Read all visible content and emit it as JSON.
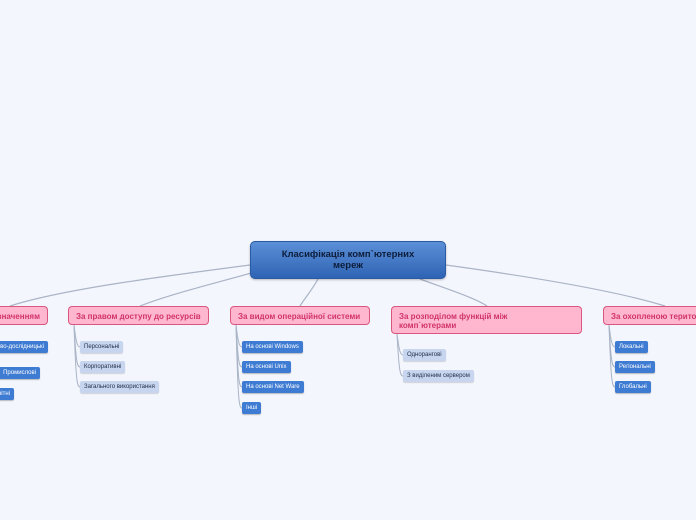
{
  "root": {
    "label": "Класифікація комп`ютерних мереж"
  },
  "branches": [
    {
      "label": "За призначенням",
      "style": "dark",
      "leaves": [
        "Науково-дослідницькі",
        "Промислові",
        "Освітні"
      ]
    },
    {
      "label": "За правом доступу до ресурсів",
      "style": "light",
      "leaves": [
        "Персональні",
        "Корпоративні",
        "Загального використання"
      ]
    },
    {
      "label": "За видом операційної системи",
      "style": "dark",
      "leaves": [
        "На основі Windows",
        "На основі Unix",
        "На основі Net Ware",
        "Інші"
      ]
    },
    {
      "label": "За розподілом функцій між комп`ютерами",
      "style": "light",
      "leaves": [
        "Однорангові",
        "З виділеним сервером"
      ]
    },
    {
      "label": "За охопленою територією",
      "style": "dark",
      "leaves": [
        "Локальні",
        "Регіональні",
        "Глобальні"
      ]
    }
  ],
  "colors": {
    "root": "#3a70c2",
    "branch_fill": "#ffb7cf",
    "branch_text": "#d0336a",
    "leaf_light": "#c8d5ee",
    "leaf_dark": "#3e7bd2",
    "connector": "#a9b4c6",
    "background": "#f4f6fd"
  }
}
